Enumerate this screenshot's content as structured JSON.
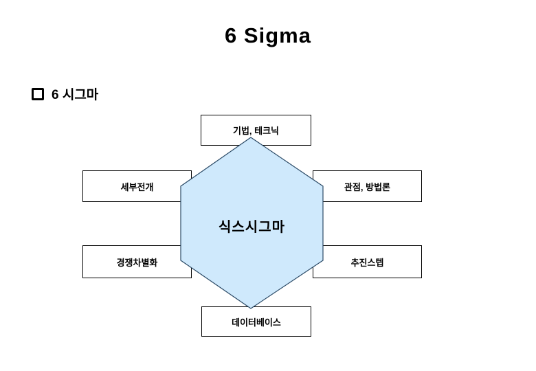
{
  "slide": {
    "title": "6 Sigma",
    "bullet": {
      "marker_icon": "square-outline-bullet",
      "text": "6 시그마"
    },
    "diagram": {
      "type": "hexagon-radial",
      "center": {
        "label": "식스시그마",
        "shape": "hexagon"
      },
      "nodes": [
        {
          "position": "top",
          "label": "기법, 테크닉"
        },
        {
          "position": "left-upper",
          "label": "세부전개"
        },
        {
          "position": "right-upper",
          "label": "관점, 방법론"
        },
        {
          "position": "left-lower",
          "label": "경쟁차별화"
        },
        {
          "position": "right-lower",
          "label": "추진스텝"
        },
        {
          "position": "bottom",
          "label": "데이터베이스"
        }
      ]
    },
    "colors": {
      "background": "#ffffff",
      "box_fill": "#ffffff",
      "box_border": "#000000",
      "hexagon_fill": "#cfe9fc",
      "hexagon_stroke": "#2b4a66",
      "text": "#000000"
    }
  }
}
